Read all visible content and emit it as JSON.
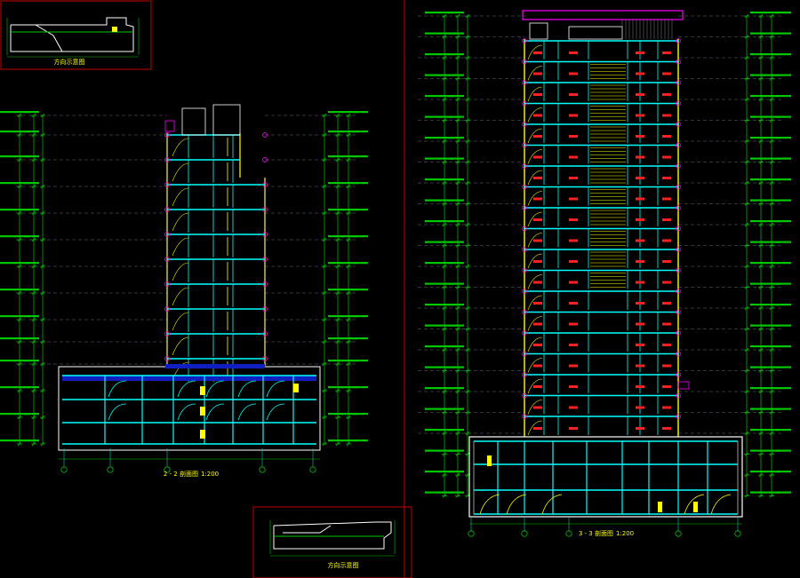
{
  "colors": {
    "background": "#000000",
    "frame": "#c80000",
    "axis": "#00c8c8",
    "dim": "#00c800",
    "wall": "#ffff00",
    "slab": "#00ffff",
    "label": "#ff2020",
    "roof": "#ff00ff",
    "fill_blue": "#1020c0",
    "text": "#ffffff"
  },
  "key_plan_top": {
    "title": "方向示意图"
  },
  "key_plan_bottom": {
    "title": "方向示意图"
  },
  "section_2": {
    "title": "2 - 2 剖面图",
    "scale": "1:200"
  },
  "section_3": {
    "title": "3 - 3 剖面图",
    "scale": "1:200"
  }
}
